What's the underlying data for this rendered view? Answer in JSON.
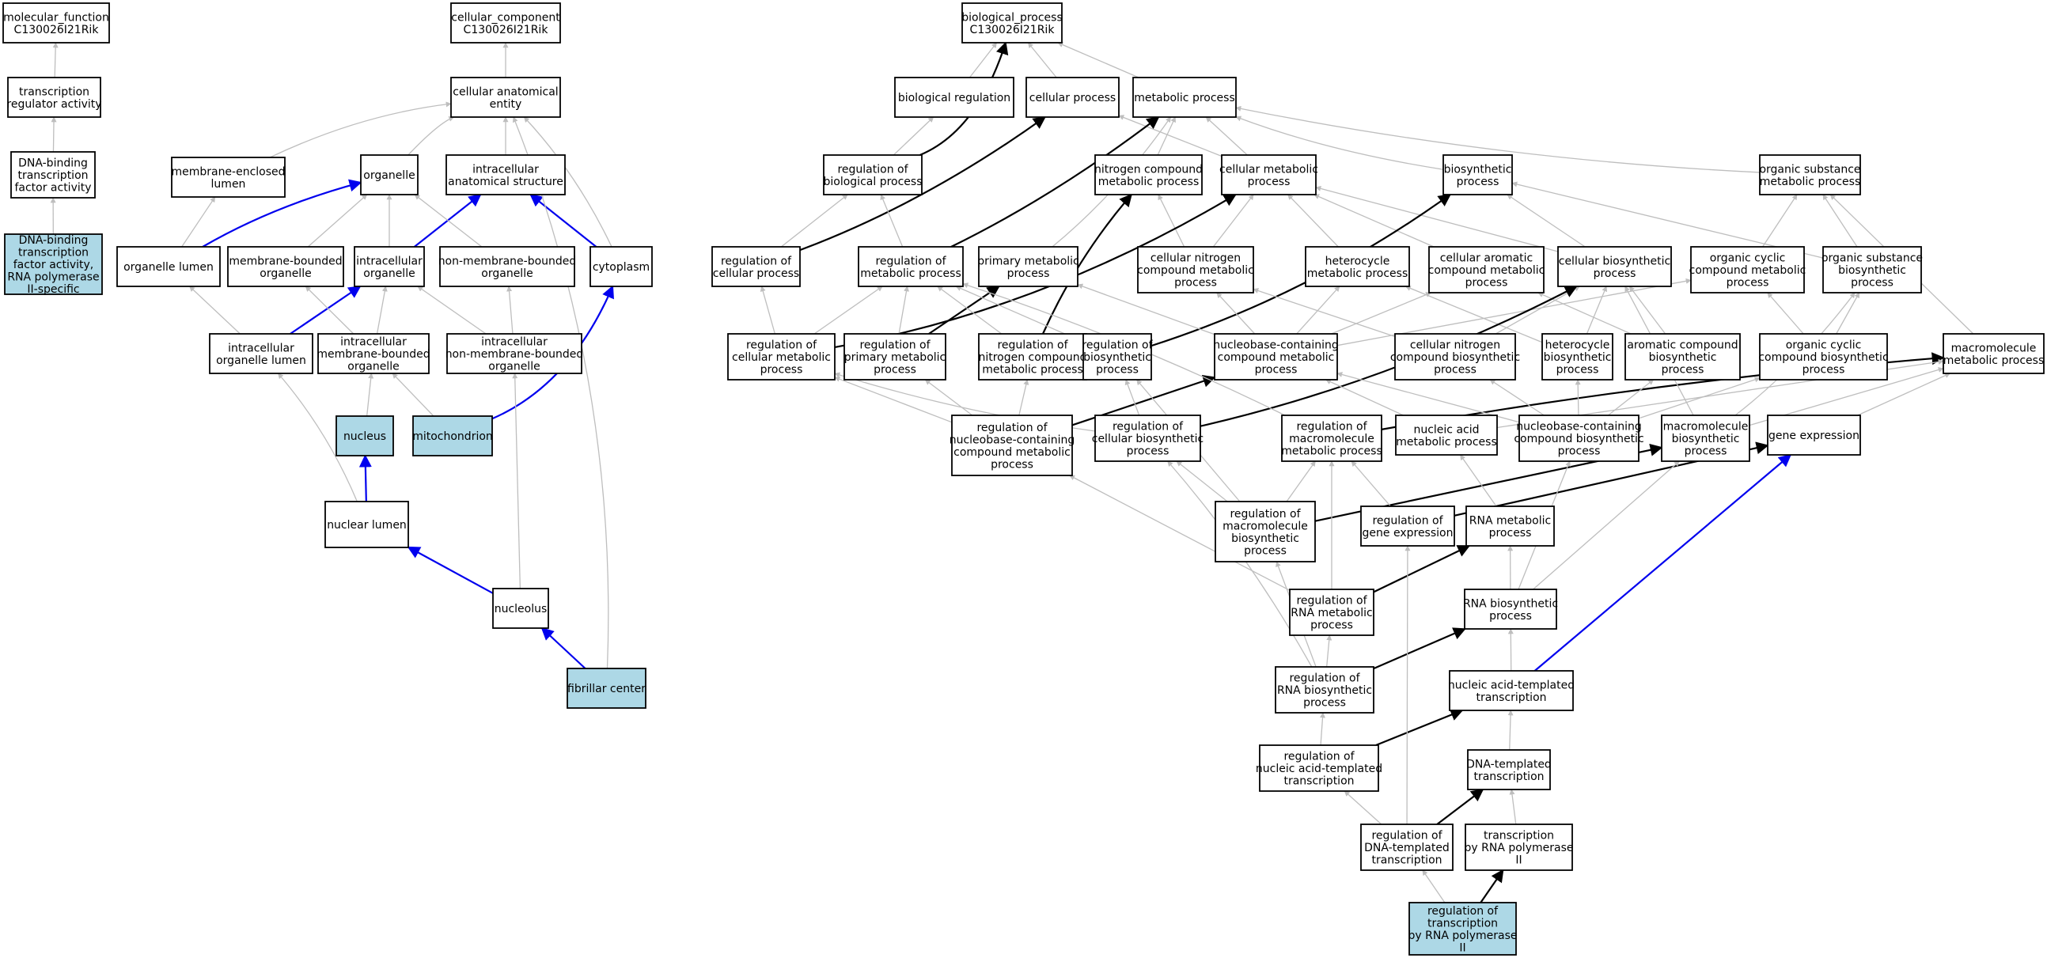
{
  "colors": {
    "grey_edge": "#bebebe",
    "blue_edge": "#0000ee",
    "black_edge": "#000000",
    "highlight_fill": "#add8e6",
    "node_fill": "#ffffff"
  },
  "nodes": {
    "mf_root": {
      "lines": [
        "molecular_function",
        "C130026I21Rik"
      ],
      "highlight": false
    },
    "tra": {
      "lines": [
        "transcription",
        "regulator activity"
      ],
      "highlight": false
    },
    "dbtfa": {
      "lines": [
        "DNA-binding",
        "transcription",
        "factor activity"
      ],
      "highlight": false
    },
    "dbtfa_rna2": {
      "lines": [
        "DNA-binding",
        "transcription",
        "factor activity,",
        "RNA polymerase",
        "II-specific"
      ],
      "highlight": true
    },
    "cc_root": {
      "lines": [
        "cellular_component",
        "C130026I21Rik"
      ],
      "highlight": false
    },
    "cae": {
      "lines": [
        "cellular anatomical",
        "entity"
      ],
      "highlight": false
    },
    "mel": {
      "lines": [
        "membrane-enclosed",
        "lumen"
      ],
      "highlight": false
    },
    "organelle": {
      "lines": [
        "organelle"
      ],
      "highlight": false
    },
    "ias": {
      "lines": [
        "intracellular",
        "anatomical structure"
      ],
      "highlight": false
    },
    "ol": {
      "lines": [
        "organelle lumen"
      ],
      "highlight": false
    },
    "mbo": {
      "lines": [
        "membrane-bounded",
        "organelle"
      ],
      "highlight": false
    },
    "io": {
      "lines": [
        "intracellular",
        "organelle"
      ],
      "highlight": false
    },
    "nmbo": {
      "lines": [
        "non-membrane-bounded",
        "organelle"
      ],
      "highlight": false
    },
    "cytoplasm": {
      "lines": [
        "cytoplasm"
      ],
      "highlight": false
    },
    "iol": {
      "lines": [
        "intracellular",
        "organelle lumen"
      ],
      "highlight": false
    },
    "imbo": {
      "lines": [
        "intracellular",
        "membrane-bounded",
        "organelle"
      ],
      "highlight": false
    },
    "inmbo": {
      "lines": [
        "intracellular",
        "non-membrane-bounded",
        "organelle"
      ],
      "highlight": false
    },
    "nucleus": {
      "lines": [
        "nucleus"
      ],
      "highlight": true
    },
    "mito": {
      "lines": [
        "mitochondrion"
      ],
      "highlight": true
    },
    "nl": {
      "lines": [
        "nuclear lumen"
      ],
      "highlight": false
    },
    "nucleolus": {
      "lines": [
        "nucleolus"
      ],
      "highlight": false
    },
    "fc": {
      "lines": [
        "fibrillar center"
      ],
      "highlight": true
    },
    "bp_root": {
      "lines": [
        "biological_process",
        "C130026I21Rik"
      ],
      "highlight": false
    },
    "breg": {
      "lines": [
        "biological regulation"
      ],
      "highlight": false
    },
    "cp": {
      "lines": [
        "cellular process"
      ],
      "highlight": false
    },
    "mp": {
      "lines": [
        "metabolic process"
      ],
      "highlight": false
    },
    "rbp": {
      "lines": [
        "regulation of",
        "biological process"
      ],
      "highlight": false
    },
    "ncmp": {
      "lines": [
        "nitrogen compound",
        "metabolic process"
      ],
      "highlight": false
    },
    "cmp": {
      "lines": [
        "cellular metabolic",
        "process"
      ],
      "highlight": false
    },
    "bsp": {
      "lines": [
        "biosynthetic",
        "process"
      ],
      "highlight": false
    },
    "osmp": {
      "lines": [
        "organic substance",
        "metabolic process"
      ],
      "highlight": false
    },
    "rcp": {
      "lines": [
        "regulation of",
        "cellular process"
      ],
      "highlight": false
    },
    "rmp": {
      "lines": [
        "regulation of",
        "metabolic process"
      ],
      "highlight": false
    },
    "pmp": {
      "lines": [
        "primary metabolic",
        "process"
      ],
      "highlight": false
    },
    "cncmp": {
      "lines": [
        "cellular nitrogen",
        "compound metabolic",
        "process"
      ],
      "highlight": false
    },
    "hmp": {
      "lines": [
        "heterocycle",
        "metabolic process"
      ],
      "highlight": false
    },
    "cacmp": {
      "lines": [
        "cellular aromatic",
        "compound metabolic",
        "process"
      ],
      "highlight": false
    },
    "cbp": {
      "lines": [
        "cellular biosynthetic",
        "process"
      ],
      "highlight": false
    },
    "occmp": {
      "lines": [
        "organic cyclic",
        "compound metabolic",
        "process"
      ],
      "highlight": false
    },
    "osbp": {
      "lines": [
        "organic substance",
        "biosynthetic",
        "process"
      ],
      "highlight": false
    },
    "rcmp": {
      "lines": [
        "regulation of",
        "cellular metabolic",
        "process"
      ],
      "highlight": false
    },
    "rpmp": {
      "lines": [
        "regulation of",
        "primary metabolic",
        "process"
      ],
      "highlight": false
    },
    "rncmp": {
      "lines": [
        "regulation of",
        "nitrogen compound",
        "metabolic process"
      ],
      "highlight": false
    },
    "rbsp": {
      "lines": [
        "regulation of",
        "biosynthetic",
        "process"
      ],
      "highlight": false
    },
    "nbccmp": {
      "lines": [
        "nucleobase-containing",
        "compound metabolic",
        "process"
      ],
      "highlight": false
    },
    "cncbp": {
      "lines": [
        "cellular nitrogen",
        "compound biosynthetic",
        "process"
      ],
      "highlight": false
    },
    "hbp": {
      "lines": [
        "heterocycle",
        "biosynthetic",
        "process"
      ],
      "highlight": false
    },
    "acbp": {
      "lines": [
        "aromatic compound",
        "biosynthetic",
        "process"
      ],
      "highlight": false
    },
    "occbp": {
      "lines": [
        "organic cyclic",
        "compound biosynthetic",
        "process"
      ],
      "highlight": false
    },
    "mmp": {
      "lines": [
        "macromolecule",
        "metabolic process"
      ],
      "highlight": false
    },
    "rnbccmp": {
      "lines": [
        "regulation of",
        "nucleobase-containing",
        "compound metabolic",
        "process"
      ],
      "highlight": false
    },
    "rcbp": {
      "lines": [
        "regulation of",
        "cellular biosynthetic",
        "process"
      ],
      "highlight": false
    },
    "rmmp": {
      "lines": [
        "regulation of",
        "macromolecule",
        "metabolic process"
      ],
      "highlight": false
    },
    "namp": {
      "lines": [
        "nucleic acid",
        "metabolic process"
      ],
      "highlight": false
    },
    "nbccbp": {
      "lines": [
        "nucleobase-containing",
        "compound biosynthetic",
        "process"
      ],
      "highlight": false
    },
    "mbp": {
      "lines": [
        "macromolecule",
        "biosynthetic",
        "process"
      ],
      "highlight": false
    },
    "ge": {
      "lines": [
        "gene expression"
      ],
      "highlight": false
    },
    "rmbp": {
      "lines": [
        "regulation of",
        "macromolecule",
        "biosynthetic",
        "process"
      ],
      "highlight": false
    },
    "rge": {
      "lines": [
        "regulation of",
        "gene expression"
      ],
      "highlight": false
    },
    "rnamp": {
      "lines": [
        "RNA metabolic",
        "process"
      ],
      "highlight": false
    },
    "rrnamp": {
      "lines": [
        "regulation of",
        "RNA metabolic",
        "process"
      ],
      "highlight": false
    },
    "rnabp": {
      "lines": [
        "RNA biosynthetic",
        "process"
      ],
      "highlight": false
    },
    "rrnabp": {
      "lines": [
        "regulation of",
        "RNA biosynthetic",
        "process"
      ],
      "highlight": false
    },
    "natt": {
      "lines": [
        "nucleic acid-templated",
        "transcription"
      ],
      "highlight": false
    },
    "rnatt": {
      "lines": [
        "regulation of",
        "nucleic acid-templated",
        "transcription"
      ],
      "highlight": false
    },
    "dtt": {
      "lines": [
        "DNA-templated",
        "transcription"
      ],
      "highlight": false
    },
    "rdtt": {
      "lines": [
        "regulation of",
        "DNA-templated",
        "transcription"
      ],
      "highlight": false
    },
    "trp2": {
      "lines": [
        "transcription",
        "by RNA polymerase",
        "II"
      ],
      "highlight": false
    },
    "rtrp2": {
      "lines": [
        "regulation of",
        "transcription",
        "by RNA polymerase",
        "II"
      ],
      "highlight": true
    }
  }
}
